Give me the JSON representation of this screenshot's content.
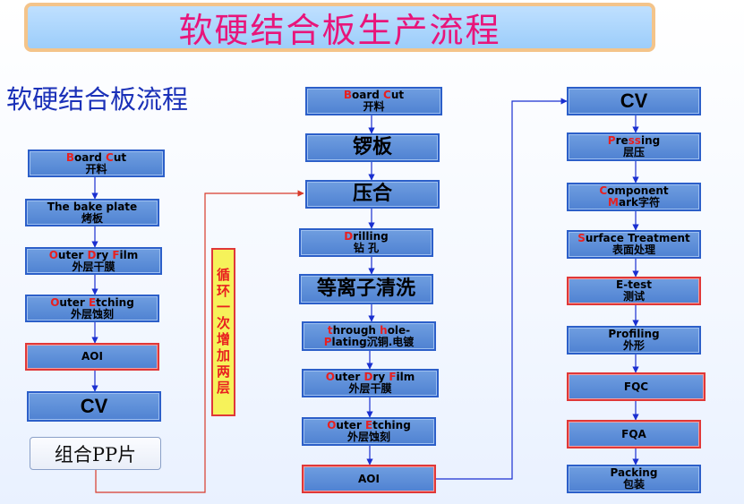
{
  "banner": {
    "title": "软硬结合板生产流程"
  },
  "subtitle": "软硬结合板流程",
  "loop_note": "循环一次增加两层",
  "pp_note": "组合PP片",
  "colors": {
    "box_fill": "#5b8bd6",
    "box_border": "#2c5fc9",
    "red_border": "#e03838",
    "title_pink": "#e8157a",
    "subtitle_blue": "#1b31b8",
    "arrow_blue": "#1a2fd0",
    "loop_red": "#d83a2a",
    "loop_fill": "#f6f25a"
  },
  "columns": {
    "left": [
      {
        "label": "Board Cut",
        "label_cn": "开料",
        "red": false
      },
      {
        "label": "The bake plate",
        "label_cn": "烤板",
        "red": false
      },
      {
        "label": "Outer Dry Film",
        "label_cn": "外层干膜",
        "red": false
      },
      {
        "label": "Outer Etching",
        "label_cn": "外层蚀刻",
        "red": false
      },
      {
        "label": "AOI",
        "label_cn": "",
        "red": true
      },
      {
        "label": "CV",
        "label_cn": "",
        "red": false
      }
    ],
    "middle": [
      {
        "label": "Board Cut",
        "label_cn": "开料",
        "red": false
      },
      {
        "label": "锣板",
        "label_cn": "",
        "red": false
      },
      {
        "label": "压合",
        "label_cn": "",
        "red": false
      },
      {
        "label": "Drilling",
        "label_cn": "钻 孔",
        "red": false
      },
      {
        "label": "等离子清洗",
        "label_cn": "",
        "red": false
      },
      {
        "label": "through hole-",
        "label_cn": "Plating沉铜.电镀",
        "red": false
      },
      {
        "label": "Outer Dry Film",
        "label_cn": "外层干膜",
        "red": false
      },
      {
        "label": "Outer Etching",
        "label_cn": "外层蚀刻",
        "red": false
      },
      {
        "label": "AOI",
        "label_cn": "",
        "red": true
      }
    ],
    "right": [
      {
        "label": "CV",
        "label_cn": "",
        "red": false
      },
      {
        "label": "Pressing",
        "label_cn": "层压",
        "red": false
      },
      {
        "label": "Component",
        "label_cn": "Mark字符",
        "red": false
      },
      {
        "label": "Surface Treatment",
        "label_cn": "表面处理",
        "red": false
      },
      {
        "label": "E-test",
        "label_cn": "测试",
        "red": true
      },
      {
        "label": "Profiling",
        "label_cn": "外形",
        "red": false
      },
      {
        "label": "FQC",
        "label_cn": "",
        "red": true
      },
      {
        "label": "FQA",
        "label_cn": "",
        "red": true
      },
      {
        "label": "Packing",
        "label_cn": "包装",
        "red": false
      }
    ]
  }
}
